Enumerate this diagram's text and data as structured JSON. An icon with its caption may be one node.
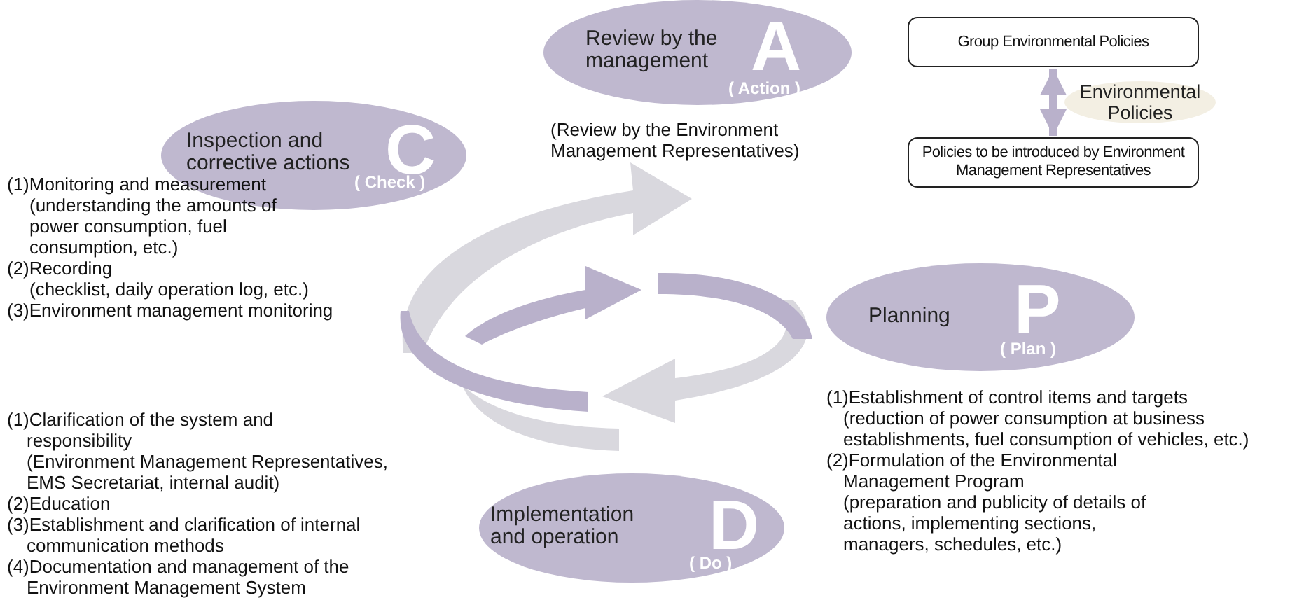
{
  "diagram": {
    "nodes": [
      {
        "text": [
          "Review by the management",
          "A",
          "( Action )"
        ],
        "beside": [
          "(Review by the Environment Management Representatives)"
        ]
      },
      {
        "text": [
          "Group Environmental Policies"
        ]
      },
      {
        "text": [
          "Policies to be introduced by Environment Management Representatives"
        ]
      },
      {
        "text": [
          "Inspection and corrective actions",
          "C",
          "( Check )"
        ],
        "beside": [
          "(1)Monitoring and measurement",
          "(understanding the amounts of power consumption, fuel consumption, etc.)",
          "(2)Recording",
          "(checklist, daily operation log, etc.)",
          "(3)Environment management monitoring"
        ]
      },
      {
        "text": [
          "Planning",
          "P",
          "( Plan )"
        ],
        "beside": [
          "(1)Establishment of control items and targets",
          "(reduction of power consumption at business establishments, fuel consumption of vehicles, etc.)",
          "(2)Formulation of the Environmental Management Program",
          "(preparation and publicity of details of actions, implementing sections, managers, schedules, etc.)"
        ]
      },
      {
        "text": [
          "Implementation and operation",
          "D",
          "( Do )"
        ],
        "beside": [
          "(1)Clarification of the system and responsibility",
          "(Environment Management Representatives, EMS Secretariat, internal audit)",
          "(2)Education",
          "(3)Establishment and clarification of internal communication methods",
          "(4)Documentation and management of the Environment Management System"
        ]
      }
    ],
    "edges": [
      {
        "from": 1,
        "to": 2,
        "arrow": "both",
        "label": "Environmental Policies"
      }
    ]
  }
}
